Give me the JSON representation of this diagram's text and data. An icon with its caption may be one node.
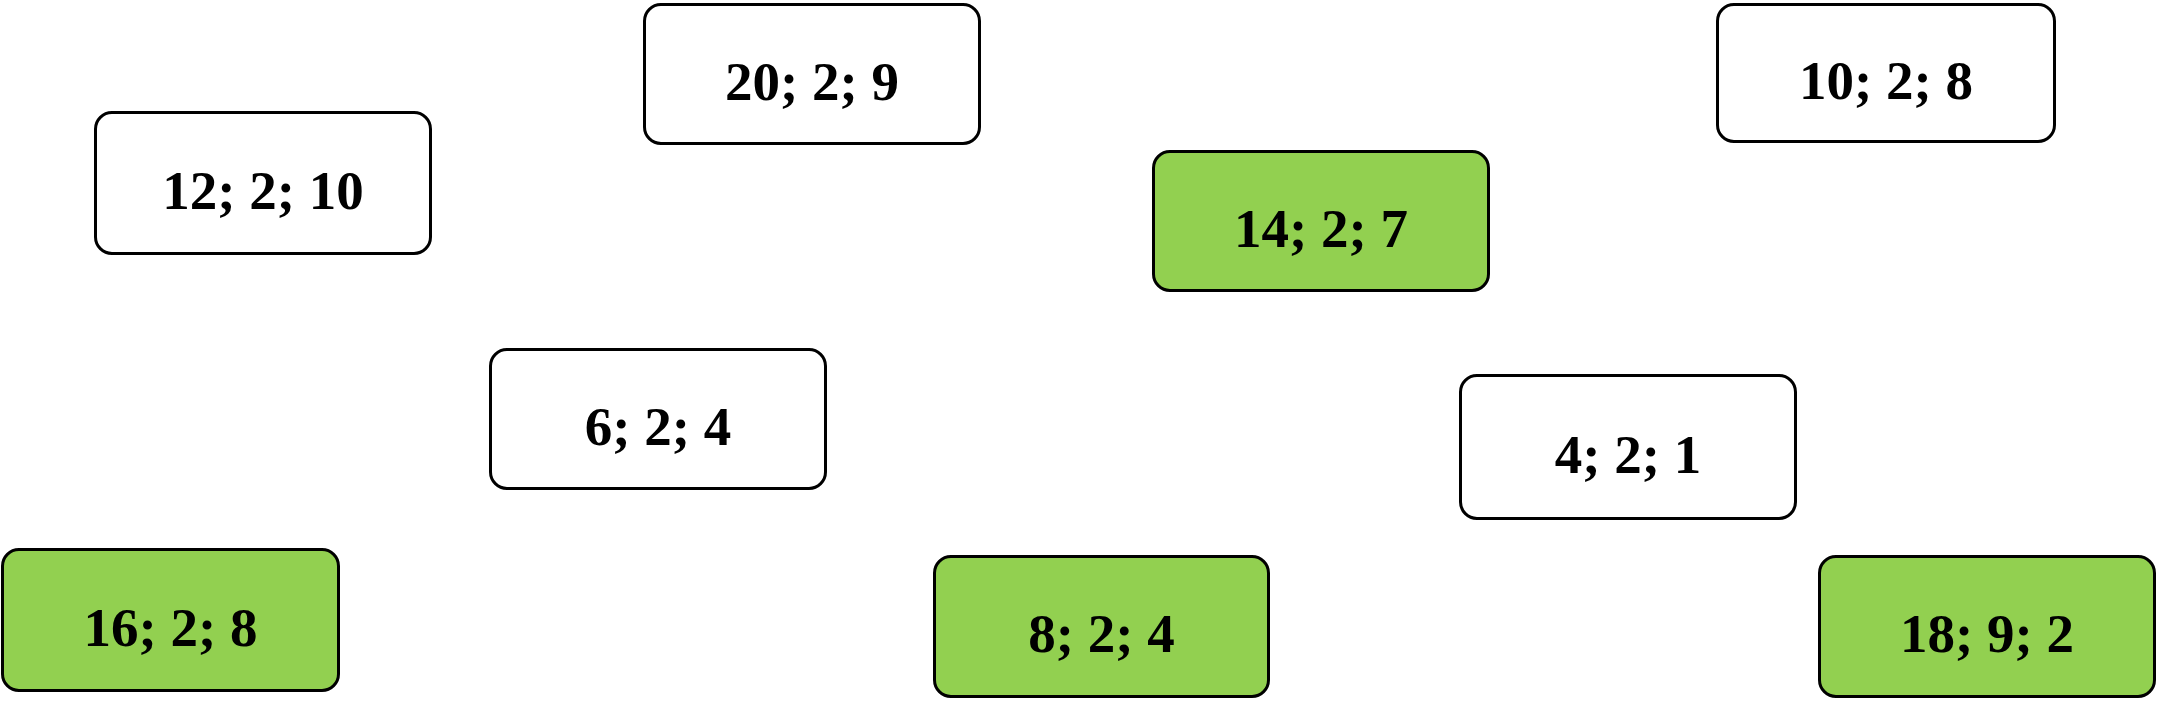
{
  "diagram": {
    "nodes": [
      {
        "text": [
          "20; 2; 9"
        ]
      },
      {
        "text": [
          "10; 2; 8"
        ]
      },
      {
        "text": [
          "12; 2; 10"
        ]
      },
      {
        "text": [
          "14; 2; 7"
        ]
      },
      {
        "text": [
          "6; 2; 4"
        ]
      },
      {
        "text": [
          "4; 2; 1"
        ]
      },
      {
        "text": [
          "16; 2; 8"
        ]
      },
      {
        "text": [
          "8; 2; 4"
        ]
      },
      {
        "text": [
          "18; 9; 2"
        ]
      }
    ],
    "edges": []
  }
}
